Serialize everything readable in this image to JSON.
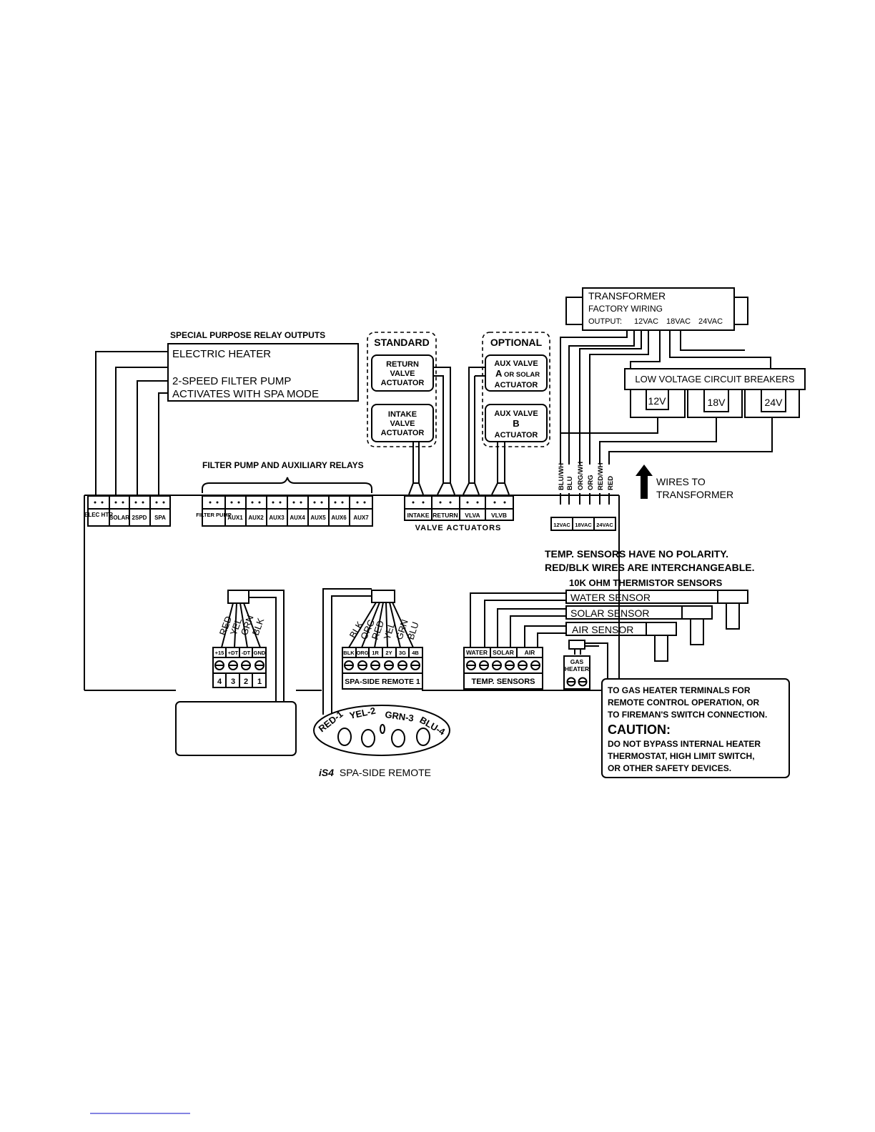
{
  "relay_outputs": {
    "heading": "SPECIAL PURPOSE RELAY OUTPUTS",
    "line1": "ELECTRIC HEATER",
    "line2": "2-SPEED FILTER PUMP",
    "line3": "ACTIVATES WITH SPA MODE",
    "terminals": [
      "ELEC HTR",
      "SOLAR",
      "2SPD",
      "SPA"
    ]
  },
  "aux_relays": {
    "heading": "FILTER PUMP AND AUXILIARY RELAYS",
    "terminals": [
      "FILTER PUMP",
      "AUX1",
      "AUX2",
      "AUX3",
      "AUX4",
      "AUX5",
      "AUX6",
      "AUX7"
    ]
  },
  "standard": {
    "heading": "STANDARD",
    "return_actuator": [
      "RETURN",
      "VALVE",
      "ACTUATOR"
    ],
    "intake_actuator": [
      "INTAKE",
      "VALVE",
      "ACTUATOR"
    ]
  },
  "optional": {
    "heading": "OPTIONAL",
    "aux_a": [
      "AUX VALVE",
      "A",
      "OR SOLAR",
      "ACTUATOR"
    ],
    "aux_b": [
      "AUX VALVE",
      "B",
      "ACTUATOR"
    ]
  },
  "valve_actuators": {
    "label": "VALVE ACTUATORS",
    "terminals": [
      "INTAKE",
      "RETURN",
      "VLVA",
      "VLVB"
    ]
  },
  "transformer": {
    "title": "TRANSFORMER",
    "subtitle": "FACTORY WIRING",
    "output_label": "OUTPUT:",
    "outputs": [
      "12VAC",
      "18VAC",
      "24VAC"
    ]
  },
  "breakers": {
    "title": "LOW VOLTAGE CIRCUIT BREAKERS",
    "values": [
      "12V",
      "18V",
      "24V"
    ]
  },
  "transformer_wires": {
    "wires": [
      "BLU/WH",
      "BLU",
      "ORG/WH",
      "ORG",
      "RED/WH",
      "RED"
    ],
    "label1": "WIRES TO",
    "label2": "TRANSFORMER",
    "terminals": [
      "12VAC",
      "18VAC",
      "24VAC"
    ]
  },
  "sensor_note": {
    "line1": "TEMP. SENSORS HAVE NO POLARITY.",
    "line2": "RED/BLK WIRES ARE INTERCHANGEABLE."
  },
  "thermistors": {
    "heading": "10K OHM THERMISTOR SENSORS",
    "sensors": [
      "WATER SENSOR",
      "SOLAR SENSOR",
      "AIR SENSOR"
    ]
  },
  "left_remote": {
    "wires": [
      "RED",
      "YEL",
      "GRN",
      "BLK"
    ],
    "terminals": [
      "+15",
      "+DT",
      "-DT",
      "GND"
    ],
    "numbers": [
      "4",
      "3",
      "2",
      "1"
    ]
  },
  "spa_remote": {
    "wires": [
      "BLK",
      "ORG",
      "RED",
      "YEL",
      "GRN",
      "BLU"
    ],
    "terminals": [
      "BLK",
      "ORG",
      "1R",
      "2Y",
      "3G",
      "4B"
    ],
    "label": "SPA-SIDE REMOTE 1",
    "buttons": [
      "RED-1",
      "YEL-2",
      "GRN-3",
      "BLU-4"
    ],
    "caption_italic": "iS4",
    "caption": "SPA-SIDE REMOTE"
  },
  "temp_terminals": {
    "terminals": [
      "WATER",
      "SOLAR",
      "AIR"
    ],
    "label": "TEMP. SENSORS"
  },
  "gas_heater": {
    "label": [
      "GAS",
      "HEATER"
    ]
  },
  "caution_box": {
    "line1": "TO GAS HEATER TERMINALS FOR",
    "line2": "REMOTE CONTROL OPERATION, OR",
    "line3": "TO FIREMAN'S SWITCH CONNECTION.",
    "caution": "CAUTION:",
    "line4": "DO NOT BYPASS INTERNAL HEATER",
    "line5": "THERMOSTAT, HIGH LIMIT SWITCH,",
    "line6": "OR OTHER SAFETY DEVICES."
  }
}
